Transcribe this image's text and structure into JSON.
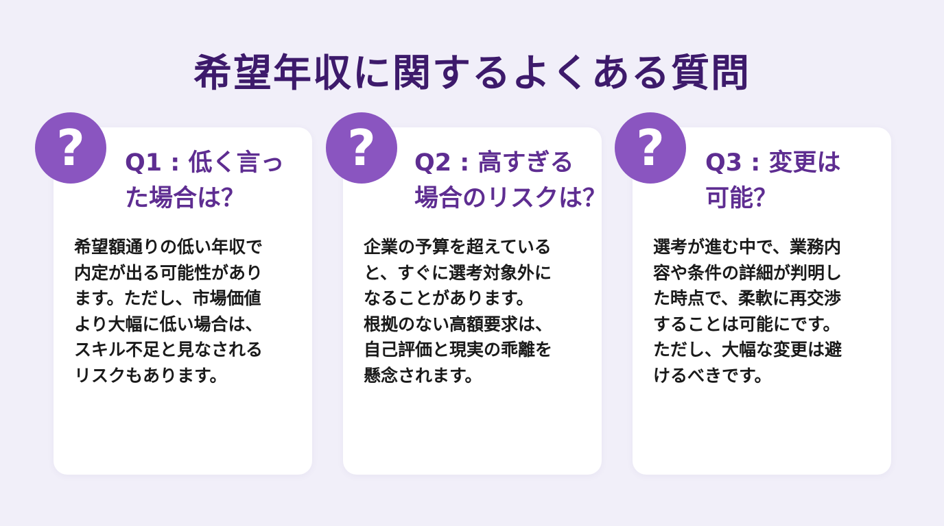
{
  "title": "希望年収に関するよくある質問",
  "accent_color": "#8a55c0",
  "cards": [
    {
      "icon": "question-mark-icon",
      "icon_glyph": "?",
      "question_lines": [
        "Q1 : 低く言っ",
        "た場合は？"
      ],
      "answer_lines": [
        "希望額通りの低い年収で",
        "内定が出る可能性があり",
        "ます。ただし、市場価値",
        "より大幅に低い場合は、",
        "スキル不足と見なされる",
        "リスクもあります。"
      ]
    },
    {
      "icon": "question-mark-icon",
      "icon_glyph": "?",
      "question_lines": [
        "Q2 : 高すぎる",
        "場合のリスクは？"
      ],
      "answer_lines": [
        "企業の予算を超えている",
        "と、すぐに選考対象外に",
        "なることがあります。",
        "根拠のない高額要求は、",
        "自己評価と現実の乖離を",
        "懸念されます。"
      ]
    },
    {
      "icon": "question-mark-icon",
      "icon_glyph": "?",
      "question_lines": [
        "Q3 : 変更は",
        "可能？"
      ],
      "answer_lines": [
        "選考が進む中で、業務内",
        "容や条件の詳細が判明し",
        "た時点で、柔軟に再交渉",
        "することは可能にです。",
        "ただし、大幅な変更は避",
        "けるべきです。"
      ]
    }
  ]
}
